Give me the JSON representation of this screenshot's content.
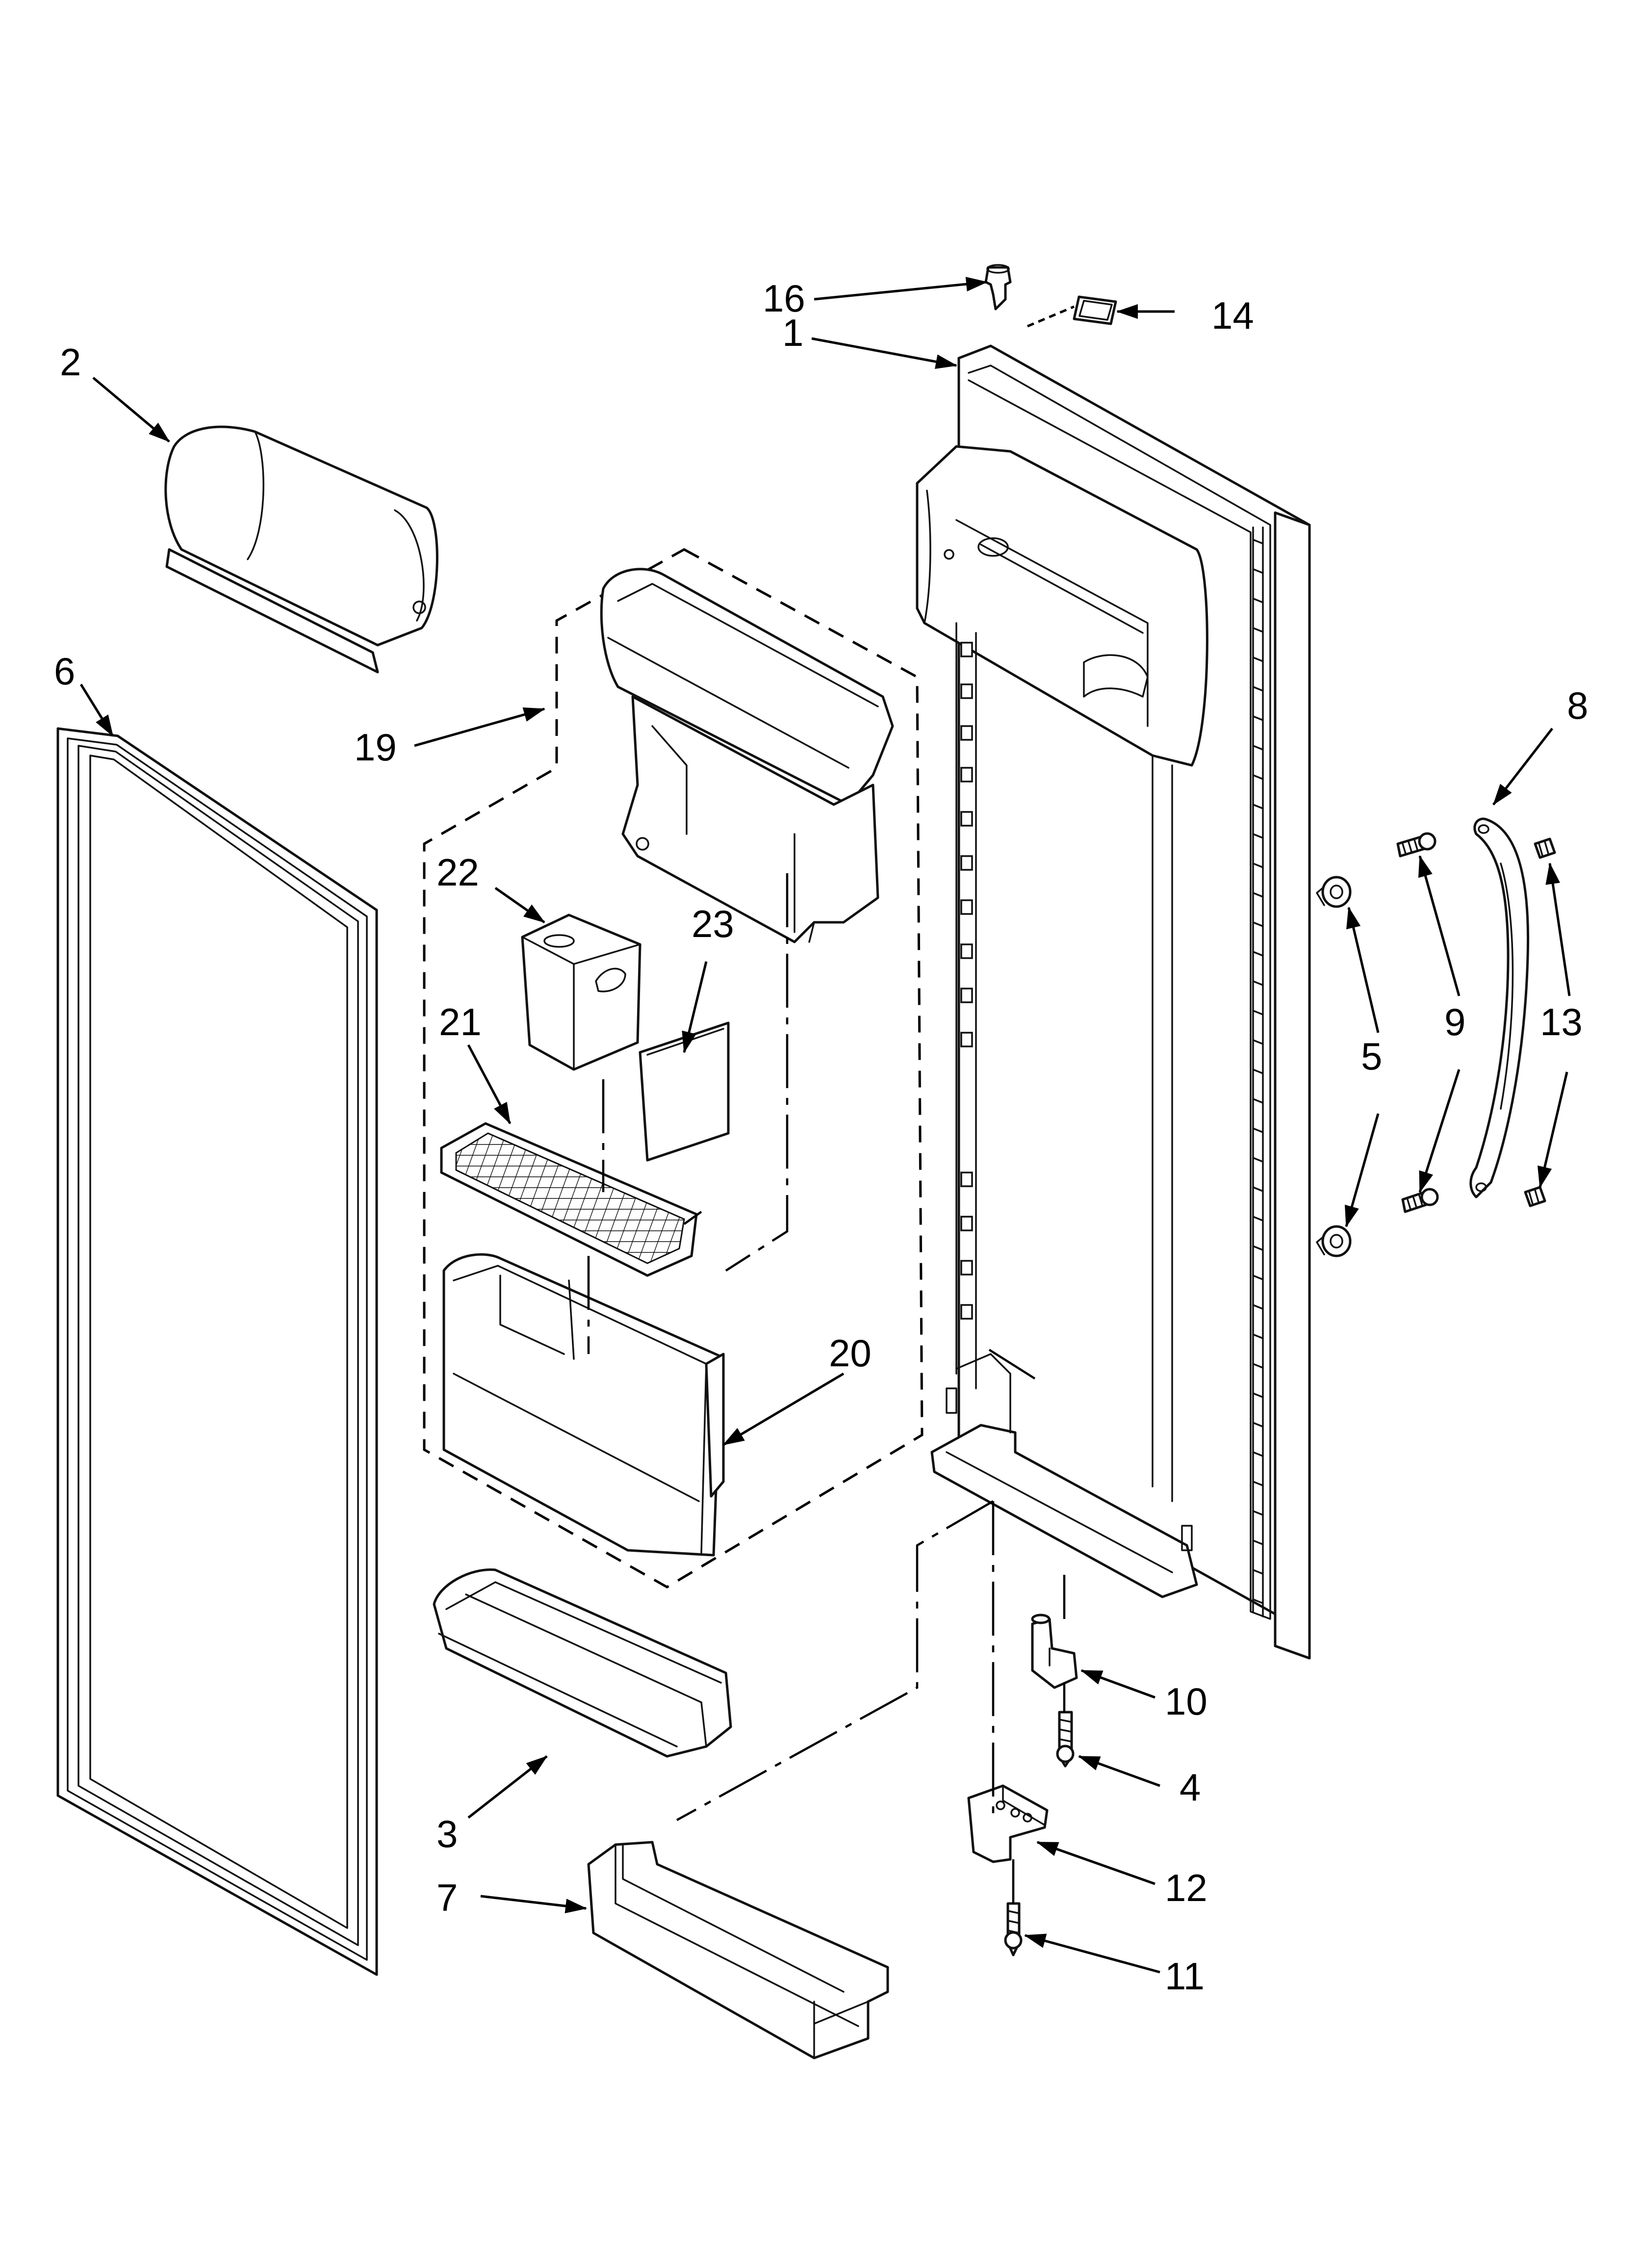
{
  "diagram": {
    "callouts": [
      {
        "id": "p1",
        "label": "1"
      },
      {
        "id": "p2",
        "label": "2"
      },
      {
        "id": "p3",
        "label": "3"
      },
      {
        "id": "p4",
        "label": "4"
      },
      {
        "id": "p5",
        "label": "5"
      },
      {
        "id": "p6",
        "label": "6"
      },
      {
        "id": "p7",
        "label": "7"
      },
      {
        "id": "p8",
        "label": "8"
      },
      {
        "id": "p9",
        "label": "9"
      },
      {
        "id": "p10",
        "label": "10"
      },
      {
        "id": "p11",
        "label": "11"
      },
      {
        "id": "p12",
        "label": "12"
      },
      {
        "id": "p13",
        "label": "13"
      },
      {
        "id": "p14",
        "label": "14"
      },
      {
        "id": "p16",
        "label": "16"
      },
      {
        "id": "p19",
        "label": "19"
      },
      {
        "id": "p20",
        "label": "20"
      },
      {
        "id": "p21",
        "label": "21"
      },
      {
        "id": "p22",
        "label": "22"
      },
      {
        "id": "p23",
        "label": "23"
      }
    ]
  }
}
